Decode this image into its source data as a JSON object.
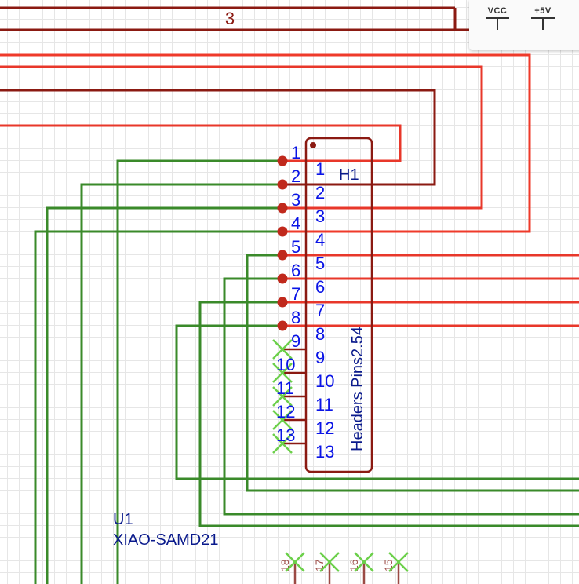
{
  "schematic": {
    "bus_label": "3",
    "header": {
      "designator": "H1",
      "value": "Headers Pins2.54",
      "pin_numbers": [
        "1",
        "2",
        "3",
        "4",
        "5",
        "6",
        "7",
        "8",
        "9",
        "10",
        "11",
        "12",
        "13"
      ],
      "pin_labels": [
        "1",
        "2",
        "3",
        "4",
        "5",
        "6",
        "7",
        "8",
        "9",
        "10",
        "11",
        "12",
        "13"
      ],
      "connected_pins": [
        "1",
        "2",
        "3",
        "4",
        "5",
        "6",
        "7",
        "8"
      ],
      "no_connect_pins": [
        "9",
        "10",
        "11",
        "12",
        "13"
      ]
    },
    "component": {
      "designator": "U1",
      "value": "XIAO-SAMD21",
      "bottom_pins": [
        "18",
        "17",
        "16",
        "15"
      ]
    },
    "colors": {
      "wire_green": "#3a8a2a",
      "wire_red": "#e8372a",
      "wire_dark_red": "#8b1a12",
      "symbol_outline": "#8b1a12",
      "junction": "#c0291c",
      "pin_text": "#0a14e6",
      "label_text": "#0a1a8c",
      "no_connect": "#6cd04a"
    }
  },
  "power_panel": {
    "items": [
      {
        "label": "VCC",
        "icon": "vcc-power-symbol-icon"
      },
      {
        "label": "+5V",
        "icon": "5v-power-symbol-icon"
      }
    ]
  }
}
